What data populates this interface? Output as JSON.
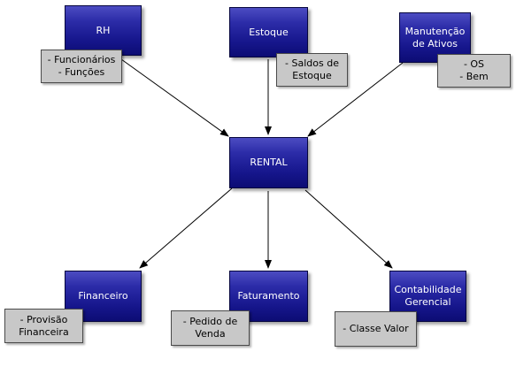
{
  "nodes": {
    "rh": "RH",
    "estoque": "Estoque",
    "manutencao": "Manutenção\nde Ativos",
    "rental": "RENTAL",
    "financeiro": "Financeiro",
    "faturamento": "Faturamento",
    "contabilidade": "Contabilidade\nGerencial"
  },
  "notes": {
    "rh": "- Funcionários\n- Funções",
    "estoque": "- Saldos de\nEstoque",
    "manutencao": "- OS\n- Bem",
    "financeiro": "- Provisão\nFinanceira",
    "faturamento": "- Pedido de\nVenda",
    "contabilidade": "- Classe Valor"
  },
  "colors": {
    "node_fill": "#16168c",
    "node_text": "#ffffff",
    "note_fill": "#c8c8c8",
    "arrow": "#000000"
  }
}
